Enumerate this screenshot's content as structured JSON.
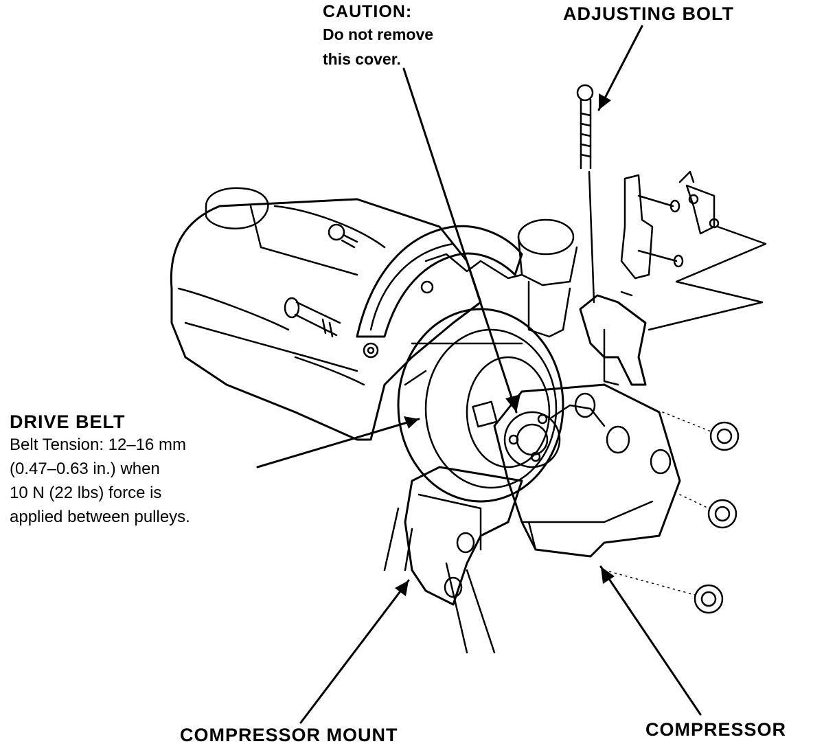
{
  "labels": {
    "caution_title": "CAUTION:",
    "caution_line1": "Do not remove",
    "caution_line2": "this cover.",
    "adjusting_bolt": "ADJUSTING BOLT",
    "drive_belt_title": "DRIVE BELT",
    "drive_belt_line1": "Belt Tension: 12–16 mm",
    "drive_belt_line2": "(0.47–0.63 in.) when",
    "drive_belt_line3": "10 N (22 lbs) force is",
    "drive_belt_line4": "applied between pulleys.",
    "compressor_mount": "COMPRESSOR MOUNT",
    "compressor": "COMPRESSOR"
  },
  "colors": {
    "ink": "#000000",
    "paper": "#ffffff"
  }
}
